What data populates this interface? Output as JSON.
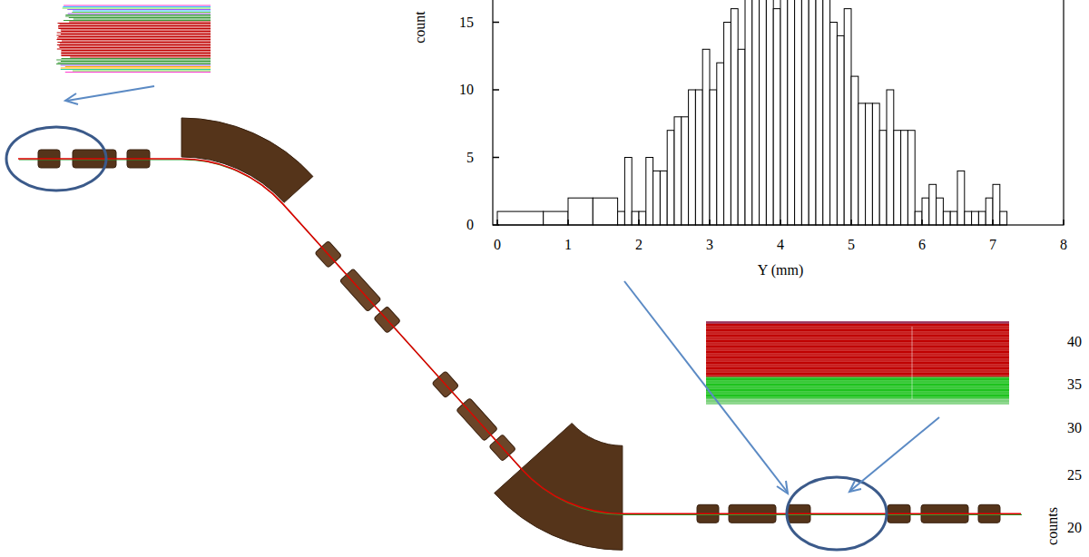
{
  "diagram": {
    "labels": [
      "count",
      "15",
      "10",
      "5",
      "0",
      "0",
      "1",
      "2",
      "3",
      "4",
      "5",
      "6",
      "7",
      "8",
      "Y (mm)",
      "40",
      "35",
      "30",
      "25",
      "20",
      "counts"
    ]
  }
}
